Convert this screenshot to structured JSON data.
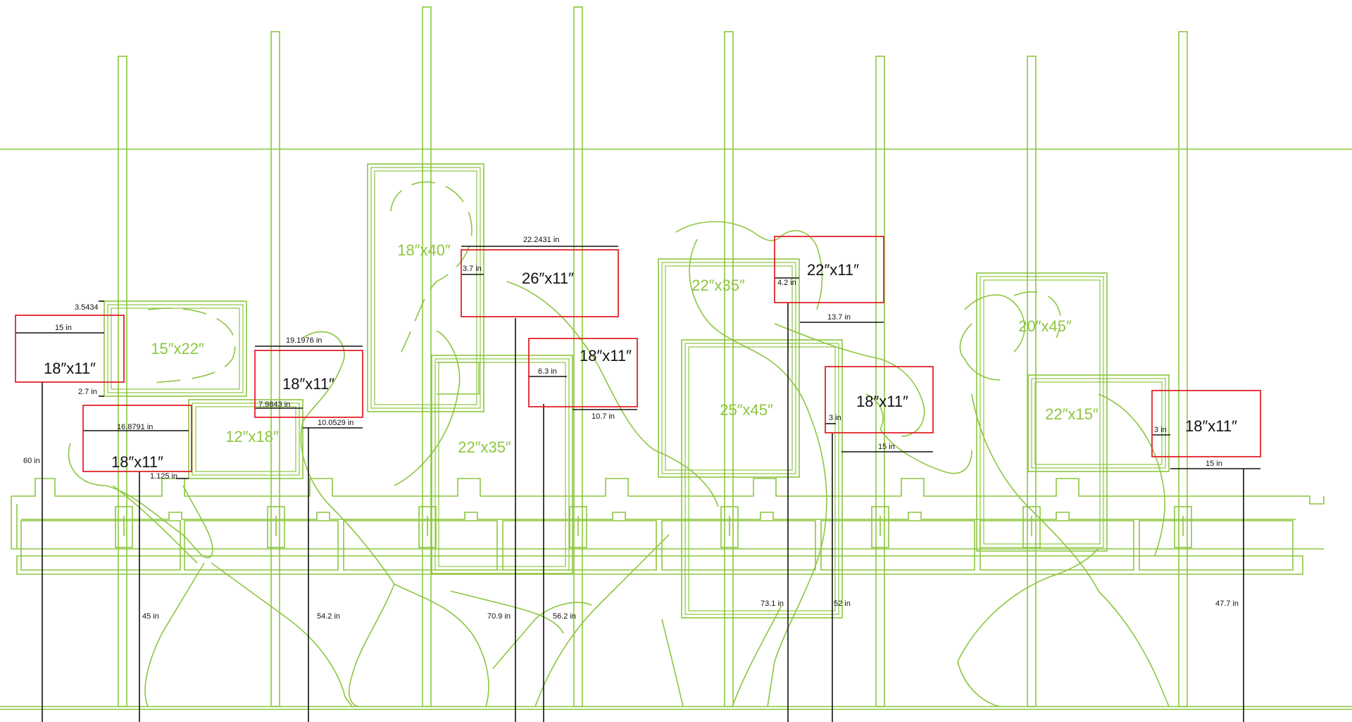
{
  "colors": {
    "frame_outline": "#8cc63f",
    "sign_outline": "#e2232a",
    "dimension_line": "#111111"
  },
  "frames": [
    {
      "label": "15″x22″"
    },
    {
      "label": "12″x18″"
    },
    {
      "label": "18″x40″"
    },
    {
      "label": "22″x35″"
    },
    {
      "label": "22″x35″"
    },
    {
      "label": "25″x45″"
    },
    {
      "label": "20″x45″"
    },
    {
      "label": "22″x15″"
    }
  ],
  "signs": [
    {
      "label": "18″x11″"
    },
    {
      "label": "18″x11″"
    },
    {
      "label": "18″x11″"
    },
    {
      "label": "26″x11″"
    },
    {
      "label": "18″x11″"
    },
    {
      "label": "22″x11″"
    },
    {
      "label": "18″x11″"
    },
    {
      "label": "18″x11″"
    }
  ],
  "dimensions": [
    "3.5434",
    "15 in",
    "2.7 in",
    "60 in",
    "16.8791 in",
    "1.125 in",
    "45 in",
    "19.1976 in",
    "7.9843 in",
    "10.0529 in",
    "54.2 in",
    "22.2431 in",
    "3.7 in",
    "70.9 in",
    "6.3 in",
    "10.7 in",
    "56.2 in",
    "4.2 in",
    "13.7 in",
    "73.1 in",
    "3 in",
    "15 in",
    "52 in",
    "3 in",
    "15 in",
    "47.7 in"
  ]
}
